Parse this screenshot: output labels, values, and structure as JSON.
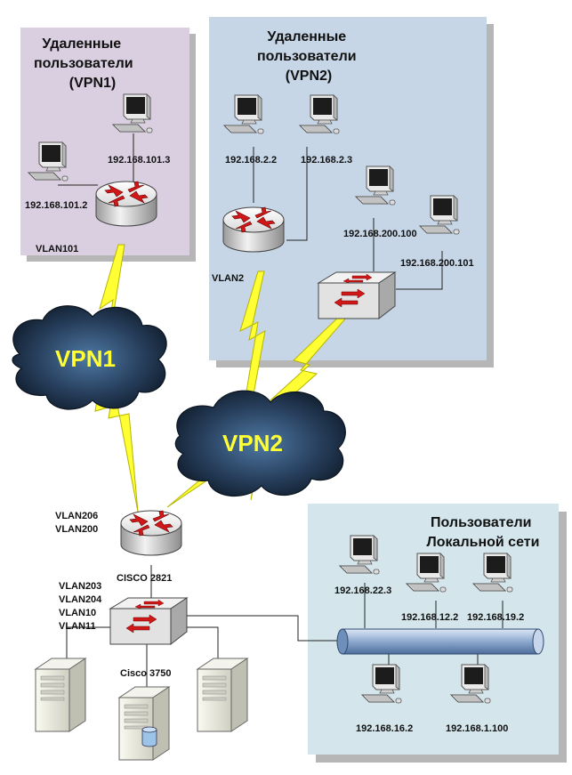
{
  "regions": {
    "vpn1": {
      "title_lines": [
        "Удаленные",
        "пользователи",
        "(VPN1)"
      ],
      "fill": "#d9cfe0"
    },
    "vpn2": {
      "title_lines": [
        "Удаленные",
        "пользователи",
        "(VPN2)"
      ],
      "fill": "#c6d6e6"
    },
    "lan": {
      "title_lines": [
        "Пользователи",
        "Локальной сети"
      ],
      "fill": "#d4e6ec"
    }
  },
  "clouds": {
    "vpn1": "VPN1",
    "vpn2": "VPN2"
  },
  "vpn1": {
    "pc_top": "192.168.101.3",
    "pc_left": "192.168.101.2",
    "vlan": "VLAN101"
  },
  "vpn2": {
    "pc_a": "192.168.2.2",
    "pc_b": "192.168.2.3",
    "vlan": "VLAN2",
    "pc_c": "192.168.200.100",
    "pc_d": "192.168.200.101"
  },
  "core": {
    "router_vlans": [
      "VLAN206",
      "VLAN200"
    ],
    "router_name": "CISCO 2821",
    "switch_vlans": [
      "VLAN203",
      "VLAN204",
      "VLAN10",
      "VLAN11"
    ],
    "switch_name": "Cisco 3750"
  },
  "lan": {
    "pc1": "192.168.22.3",
    "pc2": "192.168.12.2",
    "pc3": "192.168.19.2",
    "pc4": "192.168.16.2",
    "pc5": "192.168.1.100"
  },
  "colors": {
    "bolt": "#ffff33",
    "bolt_edge": "#b5b500",
    "cloud": "#243a55",
    "router_red": "#d01818",
    "bus": "#9fb6d6"
  }
}
